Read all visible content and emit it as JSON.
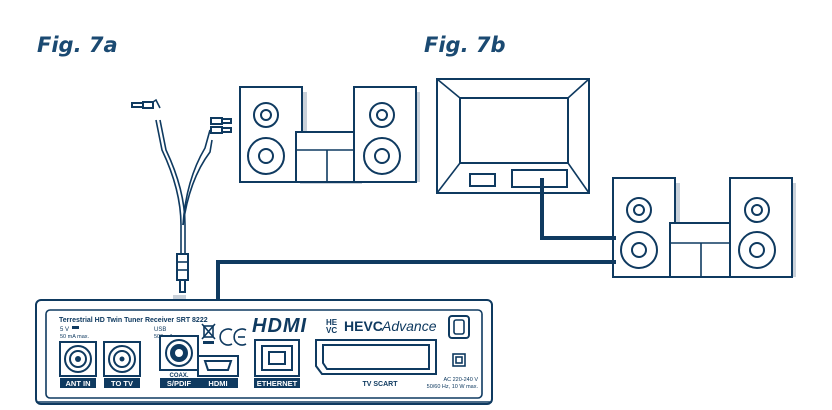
{
  "figures": {
    "a": "Fig. 7a",
    "b": "Fig. 7b"
  },
  "receiver": {
    "model_line": "Terrestrial HD Twin Tuner Receiver SRT 8222",
    "power_5v": "5 V",
    "power_current": "50 mA max.",
    "usb_text": "USB",
    "usb_current": "500 mA",
    "coax_label": "COAX.",
    "brand_hdmi": "HDMI",
    "brand_hevc": "HEVC",
    "brand_advance": "Advance",
    "ports": [
      "ANT IN",
      "TO TV",
      "S/PDIF",
      "HDMI",
      "ETHERNET",
      "TV SCART"
    ],
    "ac_line1": "AC 220-240 V",
    "ac_line2": "50/60 Hz, 10 W max."
  },
  "colors": {
    "line": "#0f3a60",
    "shade": "#c9d1da",
    "figure_label": "#1b4a72"
  }
}
